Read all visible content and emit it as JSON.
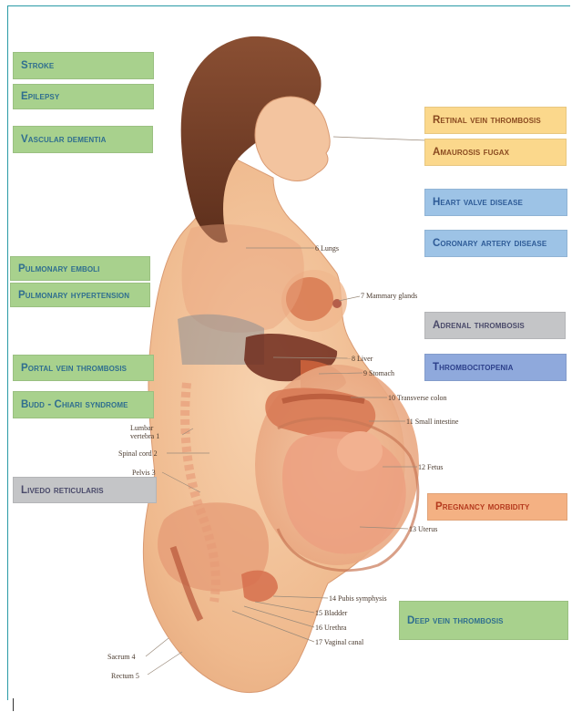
{
  "callouts": {
    "stroke": "Stroke",
    "epilepsy": "Epilepsy",
    "vascular_dementia": "Vascular dementia",
    "retinal_vein_thrombosis": "Retinal vein thrombosis",
    "amaurosis_fugax": "Amaurosis fugax",
    "heart_valve_disease": "Heart valve disease",
    "coronary_artery_disease": "Coronary artery disease",
    "pulmonary_emboli": "Pulmonary emboli",
    "pulmonary_hypertension": "Pulmonary hypertension",
    "adrenal_thrombosis": "Adrenal thrombosis",
    "thrombocitopenia": "Thrombocitopenia",
    "portal_vein_thrombosis": "Portal vein thrombosis",
    "budd_chiari": "Budd - Chiari syndrome",
    "livedo_reticularis": "Livedo reticularis",
    "pregnancy_morbidity": "Pregnancy morbidity",
    "deep_vein_thrombosis": "Deep vein thrombosis"
  },
  "anatomy": {
    "lungs": "6 Lungs",
    "mammary": "7 Mammary glands",
    "liver": "8 Liver",
    "stomach": "9 Stomach",
    "transverse_colon": "10 Transverse colon",
    "small_intestine": "11 Small intestine",
    "fetus": "12 Fetus",
    "uterus": "13 Uterus",
    "pubis": "14 Pubis symphysis",
    "bladder": "15 Bladder",
    "urethra": "16 Urethra",
    "vaginal": "17 Vaginal canal",
    "lumbar_1": "Lumbar",
    "lumbar_2": "vertebra 1",
    "spinal_cord": "Spinal cord 2",
    "pelvis": "Pelvis 3",
    "sacrum": "Sacrum 4",
    "rectum": "Rectum 5"
  },
  "colors": {
    "green": "#a8d18d",
    "yellow": "#fbd88c",
    "blue": "#9dc3e6",
    "gray": "#c4c5c7",
    "purple": "#8fa9dc",
    "orange": "#f4b183",
    "frame": "#2a9aa6"
  }
}
